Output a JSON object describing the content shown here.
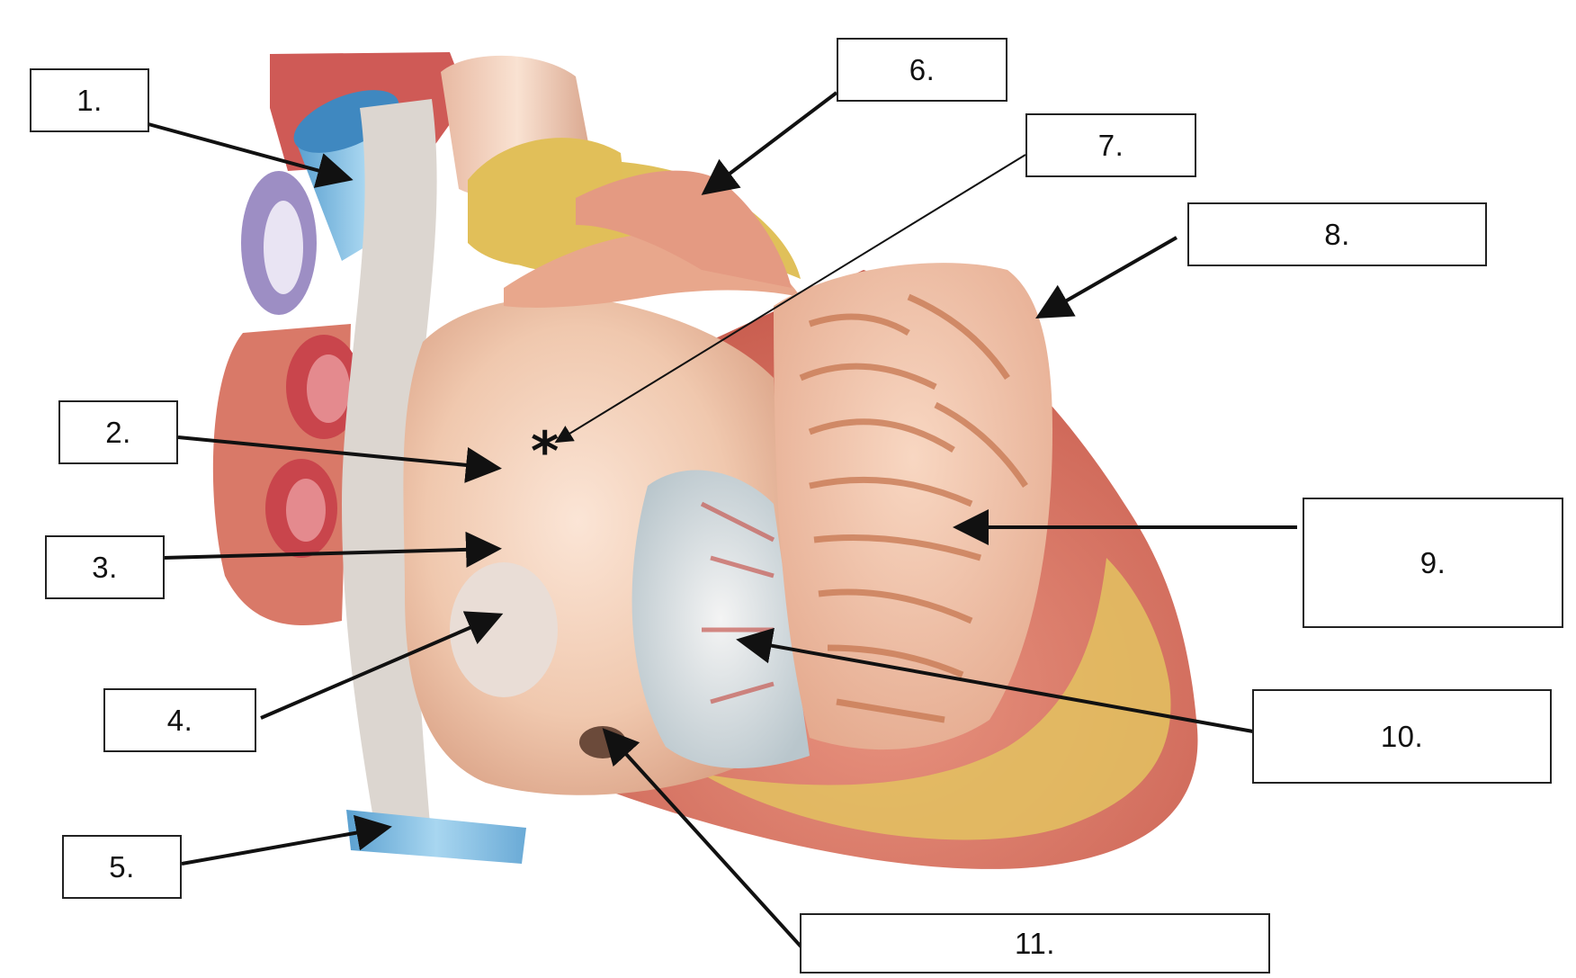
{
  "labels": [
    "1.",
    "2.",
    "3.",
    "4.",
    "5.",
    "6.",
    "7.",
    "8.",
    "9.",
    "10.",
    "11."
  ],
  "asterisk": "*",
  "colors": {
    "vein_blue": "#7fb8dc",
    "vein_purple": "#9d8ec4",
    "artery_red": "#c9454c",
    "muscle_pink": "#e3a38d",
    "atrium_wall": "#f0cdb6",
    "fat_yellow": "#e0c05a",
    "trabeculae": "#c87a55",
    "pericardium_grey": "#dcd6d0"
  }
}
